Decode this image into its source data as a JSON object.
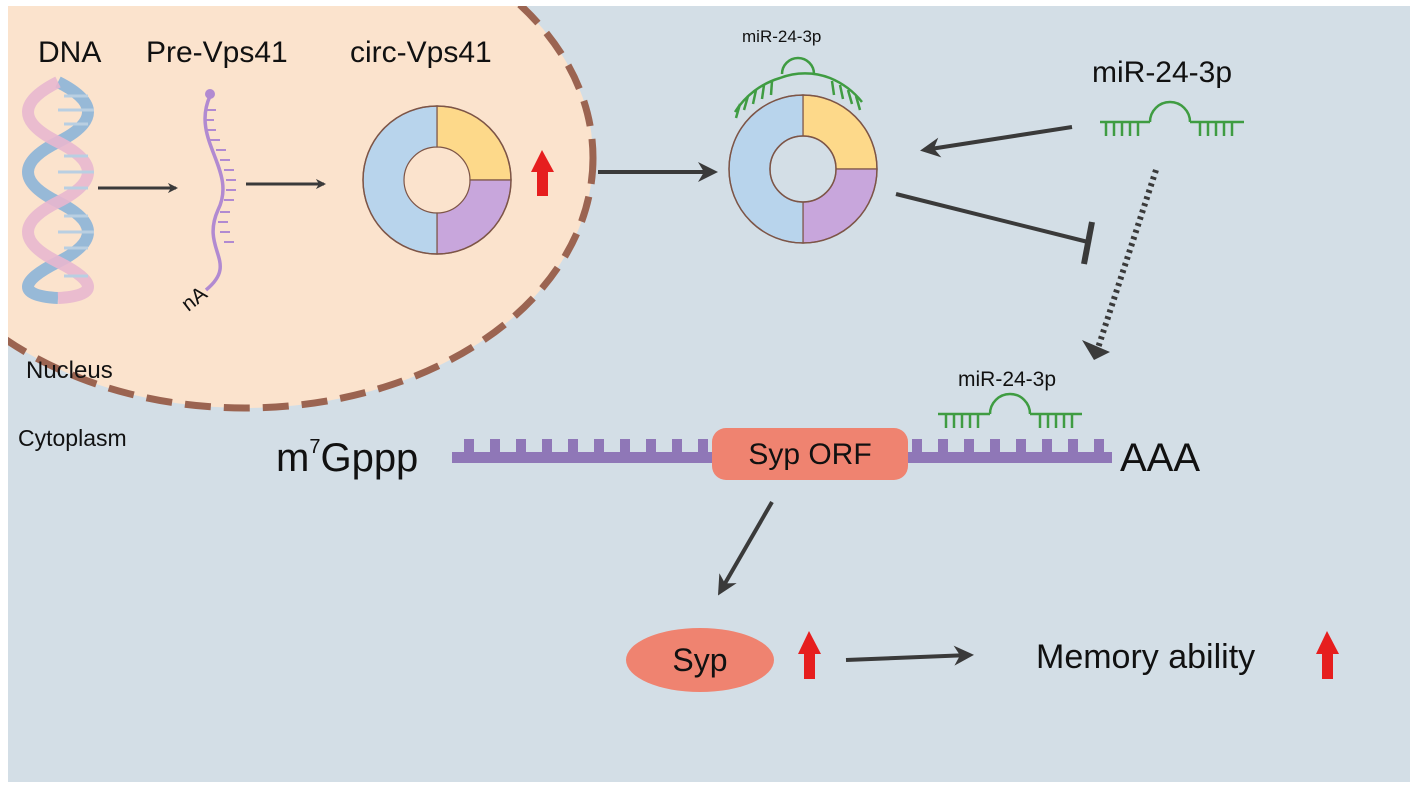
{
  "labels": {
    "dna": "DNA",
    "pre_vps41": "Pre-Vps41",
    "circ_vps41": "circ-Vps41",
    "na": "nA",
    "nucleus": "Nucleus",
    "cytoplasm": "Cytoplasm",
    "mir_bound_circ": "miR-24-3p",
    "mir_free": "miR-24-3p",
    "mir_bound_mrna": "miR-24-3p",
    "cap_m": "m",
    "cap_superscript": "7",
    "cap_gppp": "Gppp",
    "syp_orf": "Syp ORF",
    "poly_a": "AAA",
    "syp": "Syp",
    "memory": "Memory ability"
  },
  "colors": {
    "background": "#d3dee6",
    "nucleus_fill": "#fbe3cd",
    "nucleus_border": "#9b6451",
    "ring_blue": "#b8d4ec",
    "ring_yellow": "#fdd98a",
    "ring_purple": "#c8a6dc",
    "ring_outline": "#7d5547",
    "mirna_green": "#3f9c42",
    "mrna_purple": "#8f77b7",
    "syp_orange": "#ef8370",
    "up_arrow_red": "#e61e1e",
    "arrow_dark": "#3a3a3a",
    "dna_blue": "#8cb4d8",
    "dna_pink": "#e8b7cf",
    "pre_rna": "#b18ad1"
  },
  "icons": [
    "dna-helix-icon",
    "pre-rna-icon",
    "circrna-ring-icon",
    "mirna-icon",
    "up-arrow-icon",
    "inhibition-icon"
  ]
}
